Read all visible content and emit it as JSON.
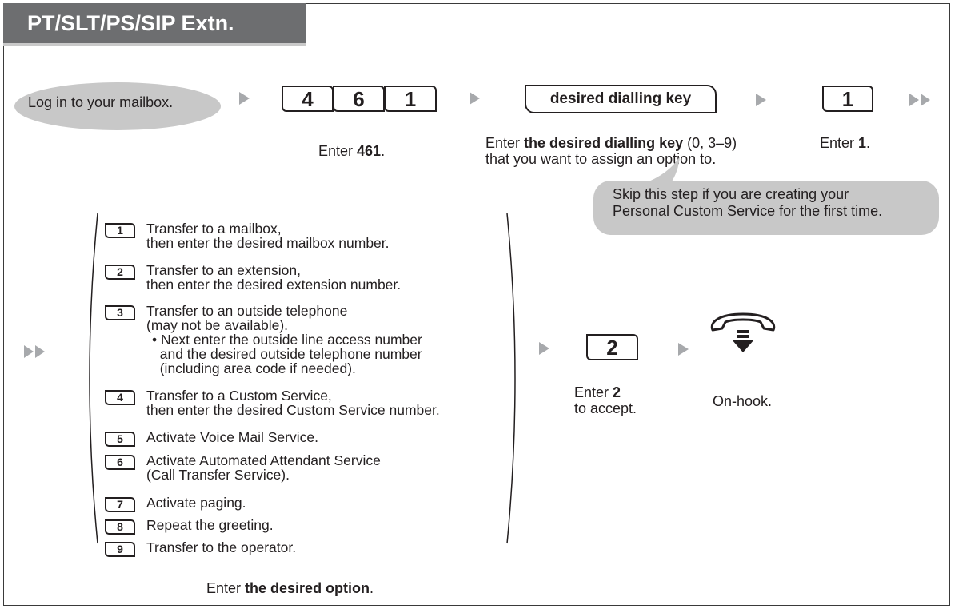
{
  "header": {
    "title": "PT/SLT/PS/SIP Extn."
  },
  "step1": {
    "text": "Log in to your mailbox."
  },
  "step2": {
    "keys": [
      "4",
      "6",
      "1"
    ],
    "caption_pre": "Enter ",
    "caption_bold": "461",
    "caption_post": "."
  },
  "step3": {
    "key_label": "desired dialling key",
    "caption_line1_pre": "Enter ",
    "caption_line1_bold": "the desired dialling key",
    "caption_line1_post": " (0, 3–9)",
    "caption_line2": "that you want to assign an option to."
  },
  "step4": {
    "key": "1",
    "caption_pre": "Enter ",
    "caption_bold": "1",
    "caption_post": ".",
    "note_line1": "Skip this step if you are creating your",
    "note_line2": "Personal Custom Service for the first time."
  },
  "options": [
    {
      "key": "1",
      "lines": [
        "Transfer to a mailbox,",
        "then enter the desired mailbox number."
      ]
    },
    {
      "key": "2",
      "lines": [
        "Transfer to an extension,",
        "then enter the desired extension number."
      ]
    },
    {
      "key": "3",
      "lines": [
        "Transfer to an outside telephone",
        "(may not be available).",
        "• Next enter the outside line access number",
        "  and the desired outside telephone number",
        "  (including area code if needed)."
      ]
    },
    {
      "key": "4",
      "lines": [
        "Transfer to a Custom Service,",
        "then enter the desired Custom Service number."
      ]
    },
    {
      "key": "5",
      "lines": [
        "Activate Voice Mail Service."
      ]
    },
    {
      "key": "6",
      "lines": [
        "Activate Automated Attendant Service",
        "(Call Transfer Service)."
      ]
    },
    {
      "key": "7",
      "lines": [
        "Activate paging."
      ]
    },
    {
      "key": "8",
      "lines": [
        "Repeat the greeting."
      ]
    },
    {
      "key": "9",
      "lines": [
        "Transfer to the operator."
      ]
    }
  ],
  "options_caption": {
    "pre": "Enter ",
    "bold": "the desired option",
    "post": "."
  },
  "step6": {
    "key": "2",
    "caption_pre": "Enter ",
    "caption_bold": "2",
    "caption_line2": "to accept."
  },
  "step7": {
    "caption": "On-hook.",
    "icon": "on-hook-handset-icon"
  }
}
